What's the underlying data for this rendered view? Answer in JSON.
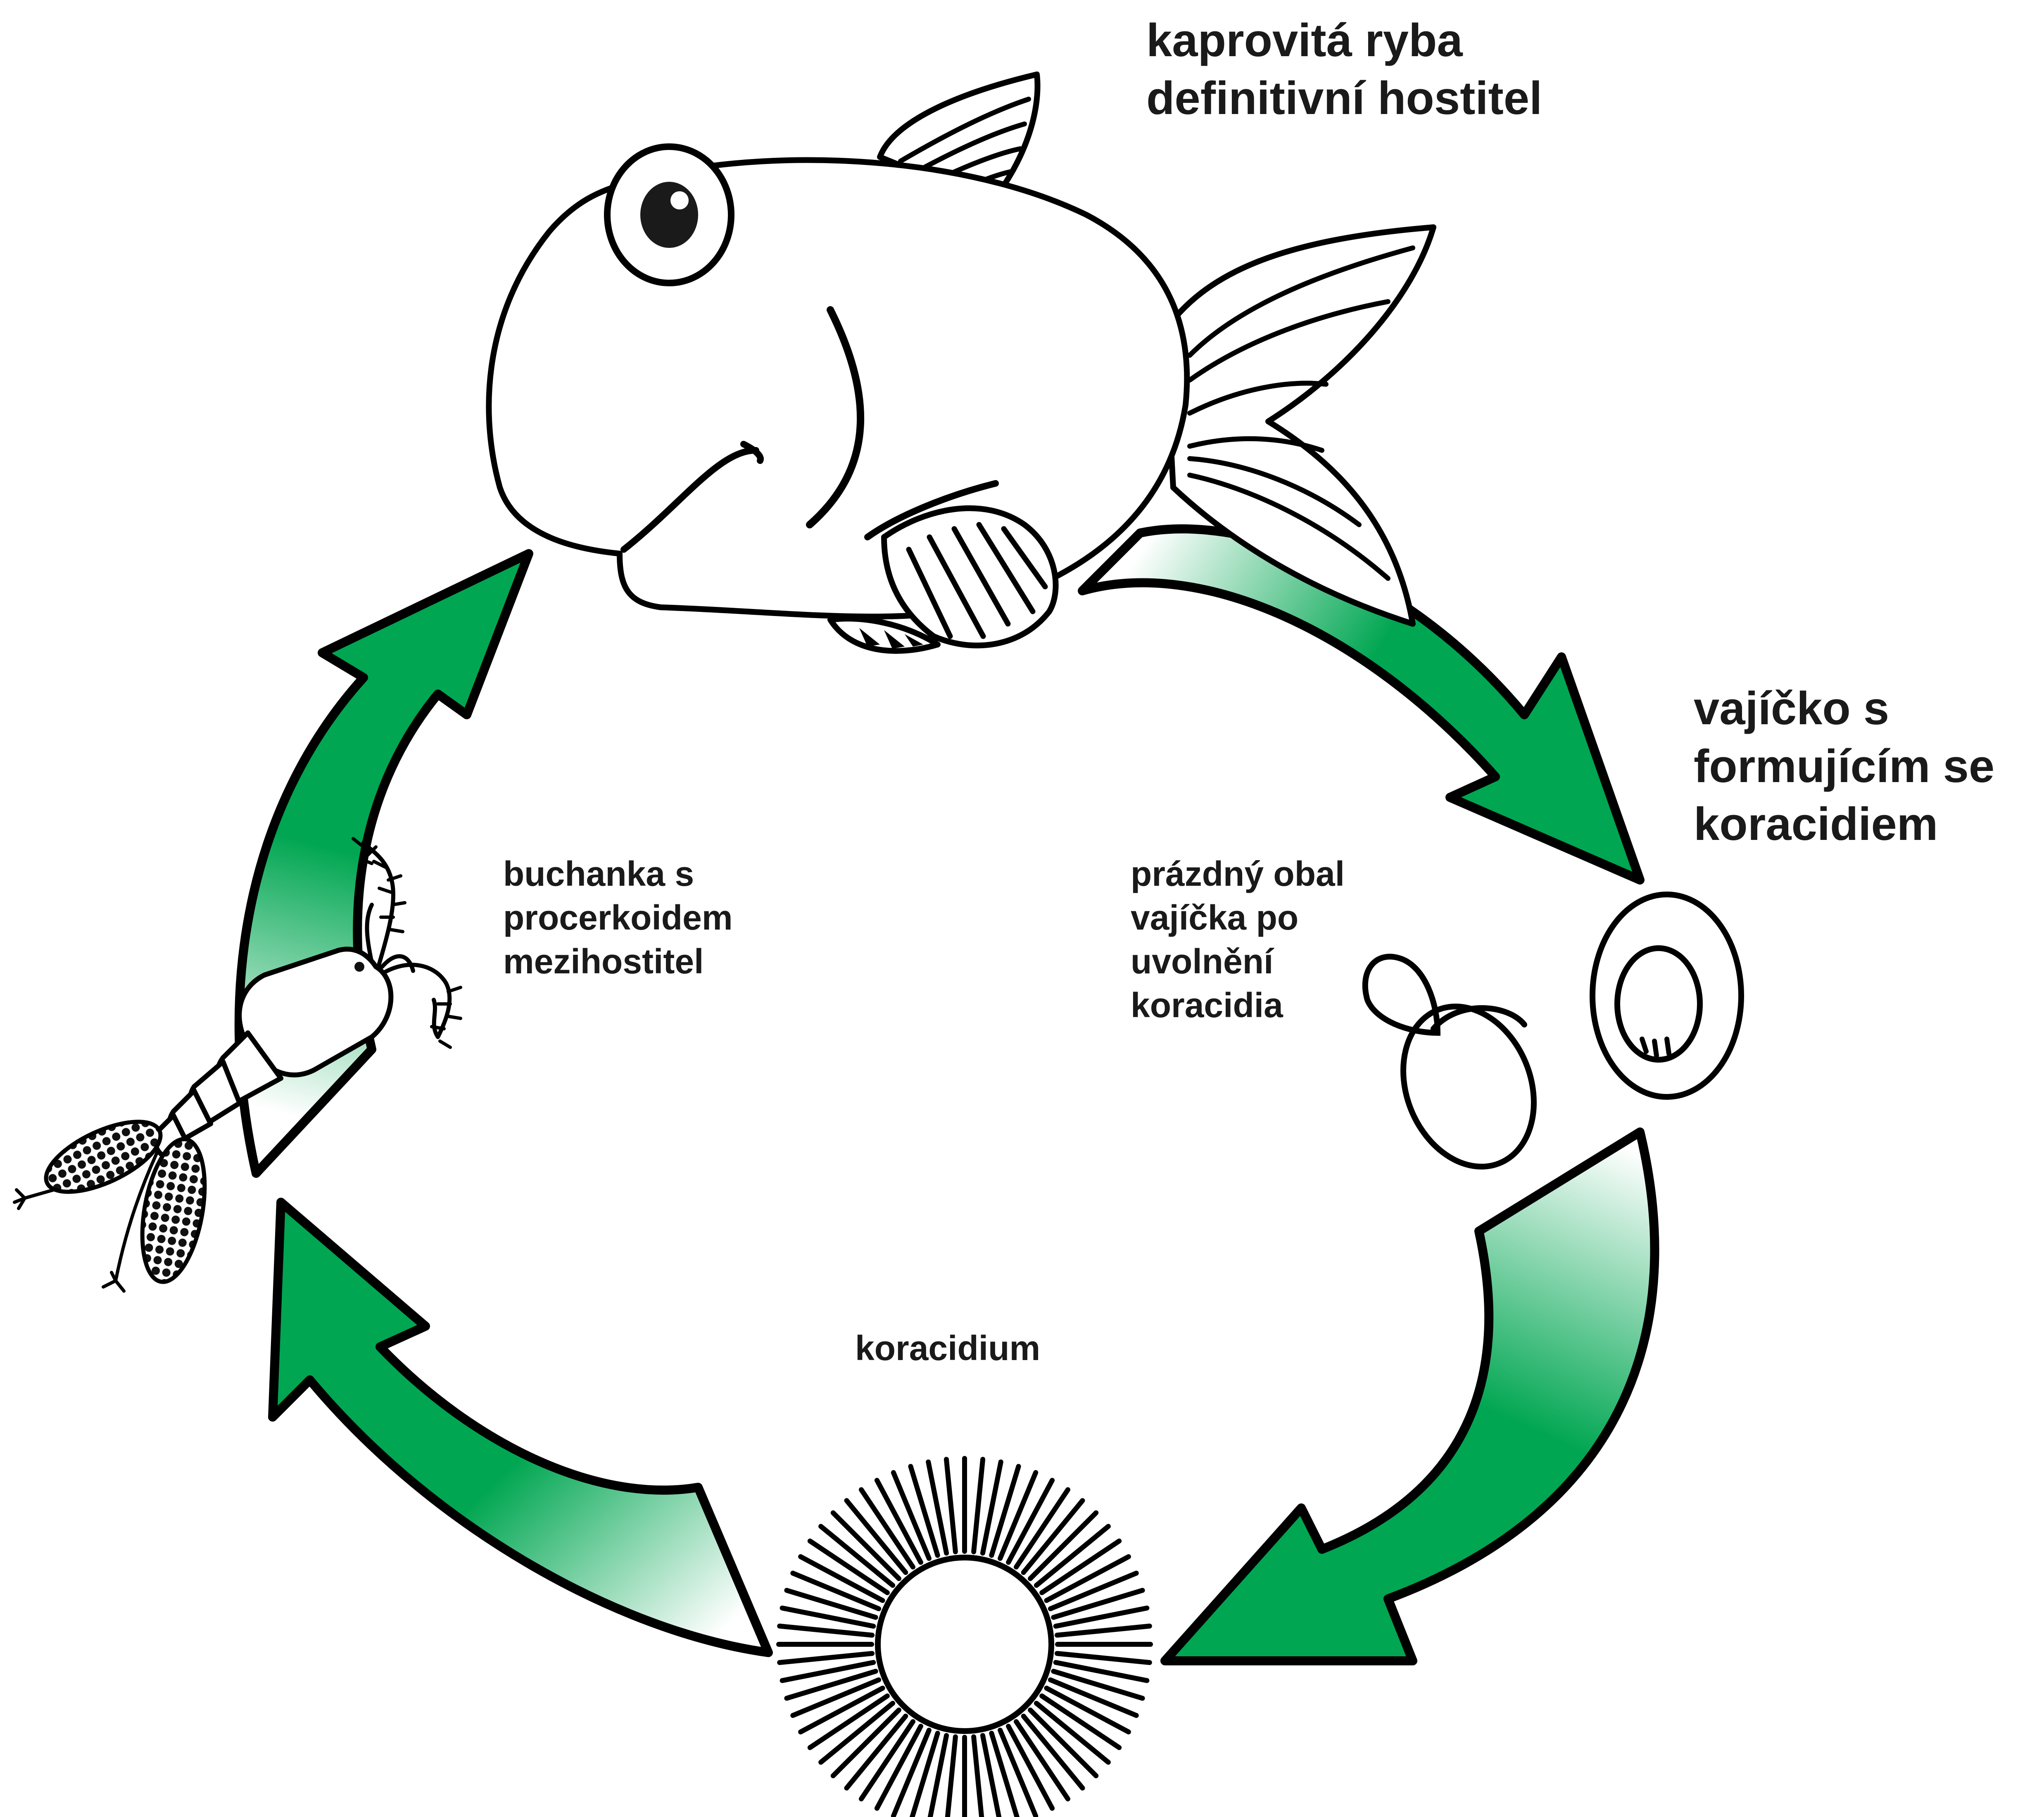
{
  "labels": {
    "definitive_host": [
      "kaprovitá ryba",
      "definitivní hostitel"
    ],
    "egg": [
      "vajíčko s",
      "formujícím se",
      "koracidiem"
    ],
    "empty_shell": [
      "prázdný obal",
      "vajíčka po",
      "uvolnění",
      "koracidia"
    ],
    "intermediate_host": [
      "buchanka s",
      "procerkoidem",
      "mezihostitel"
    ],
    "coracidium": [
      "koracidium"
    ]
  },
  "colors": {
    "arrow_green": "#00a651",
    "outline": "#000000",
    "background": "#ffffff"
  }
}
